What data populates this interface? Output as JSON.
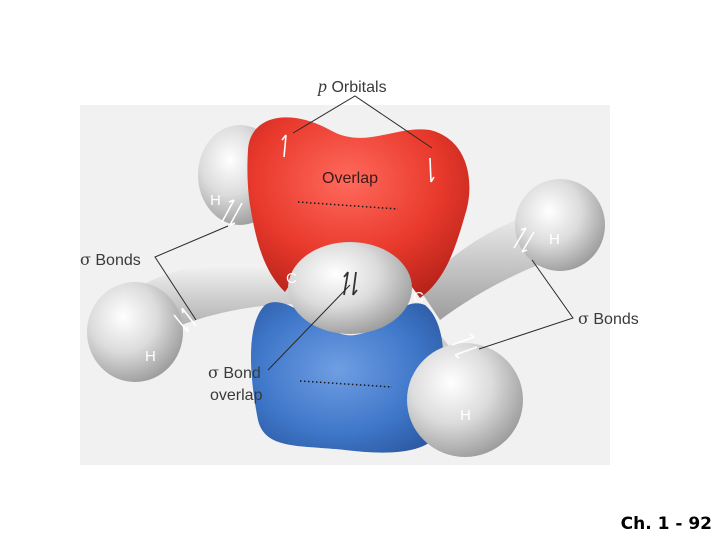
{
  "labels": {
    "p_orbitals_prefix": "p",
    "p_orbitals_text": "Orbitals",
    "overlap": "Overlap",
    "sigma_symbol": "σ",
    "sigma_bonds_left": "Bonds",
    "sigma_bonds_right": "Bonds",
    "sigma_bond_line1": "Bond",
    "sigma_bond_line2": "overlap"
  },
  "atoms": {
    "carbon_left": "C",
    "carbon_right": "C",
    "hydrogen_top_left": "H",
    "hydrogen_top_right": "H",
    "hydrogen_bottom_left": "H",
    "hydrogen_bottom_right": "H"
  },
  "footer": {
    "slide_number": "Ch. 1 - 92"
  },
  "colors": {
    "p_lobe_top": "#e8392c",
    "p_lobe_bottom": "#3f77c9",
    "atom_gray": "#d9d9d9",
    "panel_bg": "#f1f1f1"
  }
}
